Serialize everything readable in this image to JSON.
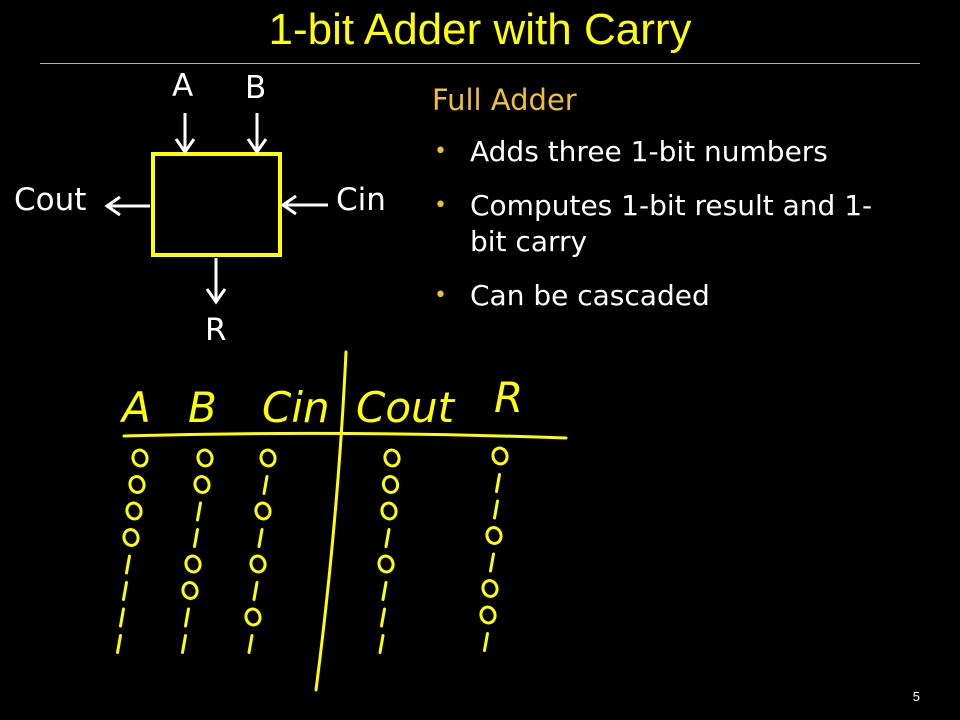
{
  "slide": {
    "title": "1-bit Adder with Carry",
    "page_number": "5"
  },
  "diagram": {
    "input_a": "A",
    "input_b": "B",
    "carry_in": "Cin",
    "carry_out": "Cout",
    "result": "R",
    "box_color": "#ffff00"
  },
  "content": {
    "heading": "Full Adder",
    "bullets": [
      "Adds three 1-bit numbers",
      "Computes 1-bit result and 1-bit carry",
      "Can be cascaded"
    ]
  },
  "handwritten_table": {
    "ink_color": "#ffff00",
    "headers": [
      "A",
      "B",
      "Cin",
      "Cout",
      "R"
    ],
    "rows": [
      [
        "0",
        "0",
        "0",
        "0",
        "0"
      ],
      [
        "0",
        "0",
        "1",
        "0",
        "1"
      ],
      [
        "0",
        "1",
        "0",
        "0",
        "1"
      ],
      [
        "0",
        "1",
        "1",
        "1",
        "0"
      ],
      [
        "1",
        "0",
        "0",
        "0",
        "1"
      ],
      [
        "1",
        "0",
        "1",
        "1",
        "0"
      ],
      [
        "1",
        "1",
        "0",
        "1",
        "0"
      ],
      [
        "1",
        "1",
        "1",
        "1",
        "1"
      ]
    ]
  }
}
